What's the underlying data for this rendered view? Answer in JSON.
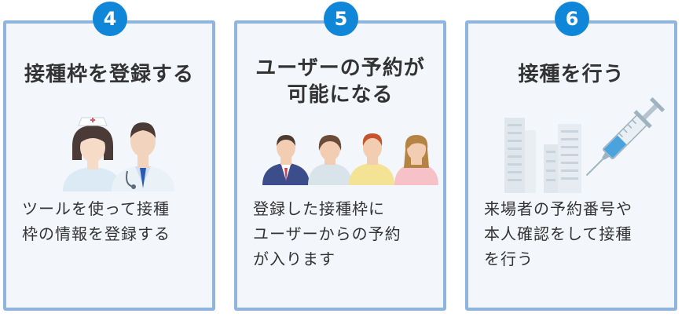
{
  "steps": [
    {
      "number": "4",
      "title": "接種枠を登録する",
      "illustration": "nurse-and-doctor-icon",
      "description": "ツールを使って接種\n枠の情報を登録する"
    },
    {
      "number": "5",
      "title": "ユーザーの予約が\n可能になる",
      "illustration": "users-group-icon",
      "description": "登録した接種枠に\nユーザーからの予約\nが入ります"
    },
    {
      "number": "6",
      "title": "接種を行う",
      "illustration": "buildings-and-syringe-icon",
      "description": "来場者の予約番号や\n本人確認をして接種\nを行う"
    }
  ],
  "colors": {
    "badge": "#0f86d8",
    "card_border": "#8fb5df",
    "card_background": "#f3f6fa",
    "text": "#333333"
  }
}
